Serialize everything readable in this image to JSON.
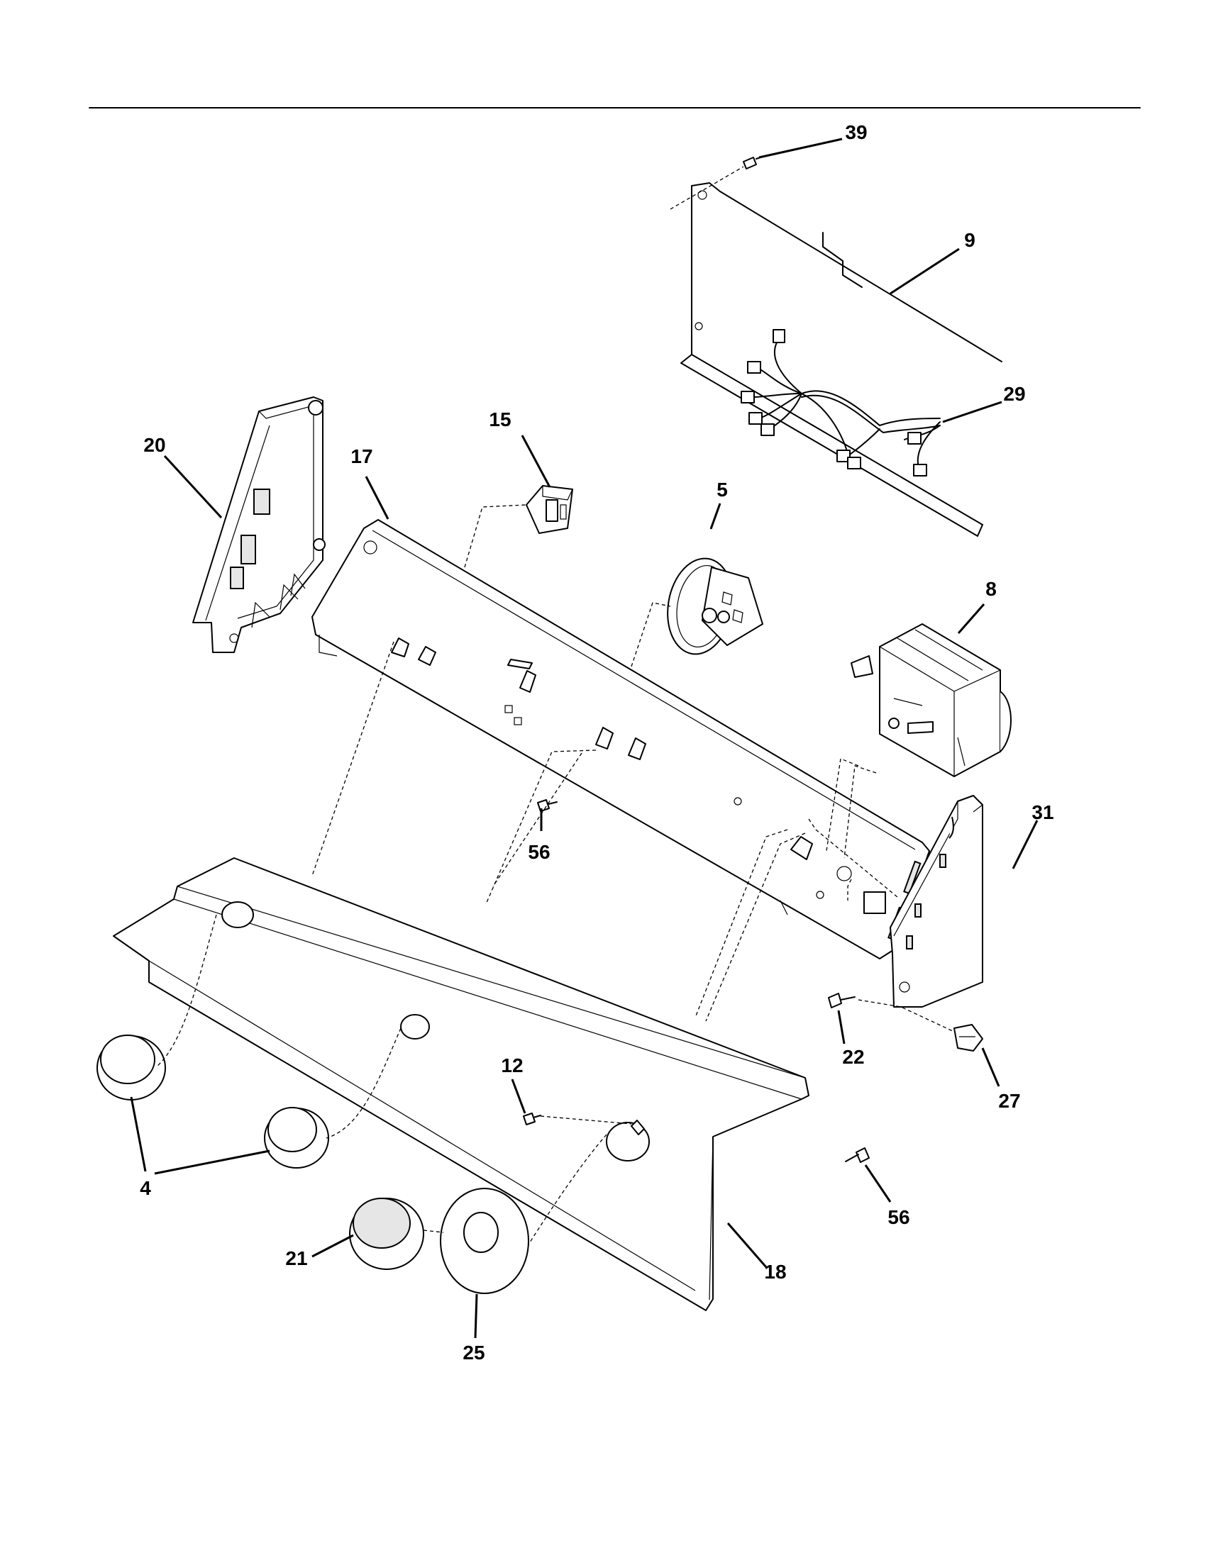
{
  "callouts": [
    {
      "id": "c39",
      "text": "39"
    },
    {
      "id": "c9",
      "text": "9"
    },
    {
      "id": "c29",
      "text": "29"
    },
    {
      "id": "c15",
      "text": "15"
    },
    {
      "id": "c20",
      "text": "20"
    },
    {
      "id": "c17",
      "text": "17"
    },
    {
      "id": "c5",
      "text": "5"
    },
    {
      "id": "c8",
      "text": "8"
    },
    {
      "id": "c31",
      "text": "31"
    },
    {
      "id": "c56a",
      "text": "56"
    },
    {
      "id": "c22",
      "text": "22"
    },
    {
      "id": "c27",
      "text": "27"
    },
    {
      "id": "c12",
      "text": "12"
    },
    {
      "id": "c4",
      "text": "4"
    },
    {
      "id": "c56b",
      "text": "56"
    },
    {
      "id": "c21",
      "text": "21"
    },
    {
      "id": "c18",
      "text": "18"
    },
    {
      "id": "c25",
      "text": "25"
    }
  ]
}
